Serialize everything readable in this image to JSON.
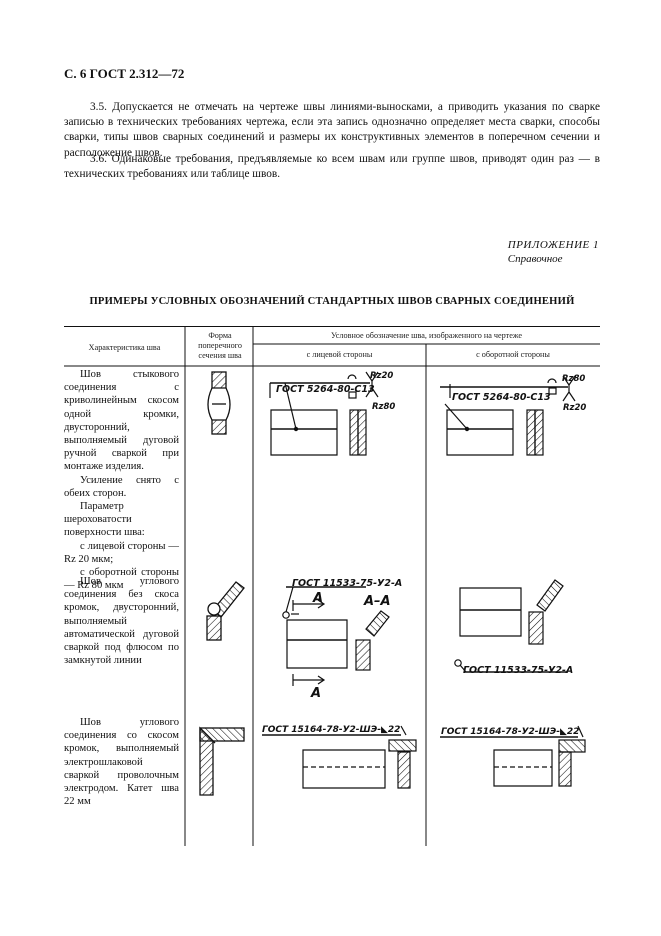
{
  "header": {
    "title": "С. 6 ГОСТ 2.312—72"
  },
  "paragraphs": {
    "p35": "3.5. Допускается не отмечать на чертеже швы линиями-выносками, а приводить указания по сварке записью в технических требованиях чертежа, если эта запись однозначно определяет места сварки, способы сварки, типы швов сварных соединений и размеры их конструктивных элементов в поперечном сечении и расположение швов.",
    "p36": "3.6. Одинаковые требования, предъявляемые ко всем швам или группе швов, приводят один раз — в технических требованиях или таблице швов."
  },
  "appendix": {
    "title": "ПРИЛОЖЕНИЕ 1",
    "subtitle": "Справочное"
  },
  "main_title": "ПРИМЕРЫ УСЛОВНЫХ ОБОЗНАЧЕНИЙ СТАНДАРТНЫХ ШВОВ СВАРНЫХ СОЕДИНЕНИЙ",
  "table": {
    "headers": {
      "characteristic": "Характеристика шва",
      "form": "Форма поперечного сечения шва",
      "designation": "Условное обозначение шва, изображенного на чертеже",
      "front": "с лицевой стороны",
      "back": "с оборотной стороны"
    },
    "rows": [
      {
        "description": [
          "Шов стыкового соединения с криволинейным скосом одной кромки, двусторонний, выполняемый дуговой ручной сваркой при монтаже изделия.",
          "Усиление снято с обеих сторон.",
          "Параметр шероховатости поверхности шва:",
          "с лицевой стороны — Rz 20 мкм;",
          "с оборотной стороны — Rz 80 мкм"
        ],
        "front_label": "ГОСТ 5264-80-С13",
        "back_label": "ГОСТ 5264-80-С13",
        "rough_front_top": "Rz20",
        "rough_front_bottom": "Rz80",
        "rough_back_top": "Rz80",
        "rough_back_bottom": "Rz20"
      },
      {
        "description": [
          "Шов углового соединения без скоса кромок, двусторонний, выполняемый автоматической дуговой сваркой под флюсом по замкнутой линии"
        ],
        "front_label": "ГОСТ 11533-75-У2-А",
        "back_label": "ГОСТ 11533-75-У2-А",
        "section_letter": "А",
        "section_label": "А–А"
      },
      {
        "description": [
          "Шов углового соединения со скосом кромок, выполняемый электрошлаковой сваркой проволочным электродом. Катет шва 22 мм"
        ],
        "front_label": "ГОСТ 15164-78-У2-ШЭ-◣22",
        "back_label": "ГОСТ 15164-78-У2-ШЭ-◣22"
      }
    ]
  }
}
